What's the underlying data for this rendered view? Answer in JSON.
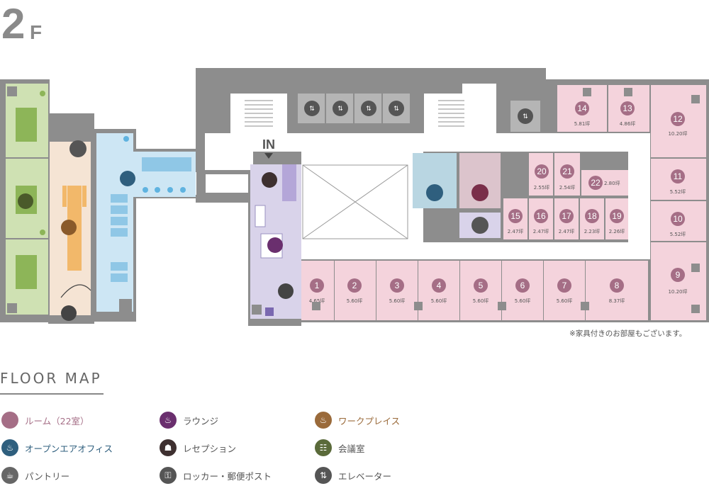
{
  "floor": {
    "number": "2",
    "suffix": "F"
  },
  "entrance_label": "IN",
  "note": "※家具付きのお部屋もございます。",
  "map_title": "FLOOR MAP",
  "rooms": [
    {
      "num": "1",
      "area": "4.65坪"
    },
    {
      "num": "2",
      "area": "5.60坪"
    },
    {
      "num": "3",
      "area": "5.60坪"
    },
    {
      "num": "4",
      "area": "5.60坪"
    },
    {
      "num": "5",
      "area": "5.60坪"
    },
    {
      "num": "6",
      "area": "5.60坪"
    },
    {
      "num": "7",
      "area": "5.60坪"
    },
    {
      "num": "8",
      "area": "8.37坪"
    },
    {
      "num": "9",
      "area": "10.20坪"
    },
    {
      "num": "10",
      "area": "5.52坪"
    },
    {
      "num": "11",
      "area": "5.52坪"
    },
    {
      "num": "12",
      "area": "10.20坪"
    },
    {
      "num": "13",
      "area": "4.86坪"
    },
    {
      "num": "14",
      "area": "5.81坪"
    },
    {
      "num": "15",
      "area": "2.47坪"
    },
    {
      "num": "16",
      "area": "2.47坪"
    },
    {
      "num": "17",
      "area": "2.47坪"
    },
    {
      "num": "18",
      "area": "2.23坪"
    },
    {
      "num": "19",
      "area": "2.26坪"
    },
    {
      "num": "20",
      "area": "2.55坪"
    },
    {
      "num": "21",
      "area": "2.54坪"
    },
    {
      "num": "22",
      "area": "2.80坪"
    }
  ],
  "legend": [
    {
      "label": "ルーム（22室）",
      "icon": "room-dot",
      "color": "#a56e86"
    },
    {
      "label": "ラウンジ",
      "icon": "lounge-icon",
      "color": "#6a2f6e"
    },
    {
      "label": "ワークプレイス",
      "icon": "workplace-icon",
      "color": "#9a6a3a"
    },
    {
      "label": "オープンエアオフィス",
      "icon": "open-office-icon",
      "color": "#2f5f7e"
    },
    {
      "label": "レセプション",
      "icon": "reception-icon",
      "color": "#3e3030"
    },
    {
      "label": "会議室",
      "icon": "meeting-room-icon",
      "color": "#5a6a3a"
    },
    {
      "label": "パントリー",
      "icon": "pantry-icon",
      "color": "#666666"
    },
    {
      "label": "ロッカー・郵便ポスト",
      "icon": "locker-icon",
      "color": "#555555"
    },
    {
      "label": "エレベーター",
      "icon": "elevator-icon",
      "color": "#555555"
    }
  ],
  "colors": {
    "room_fill": "#f4d3dc",
    "room_badge": "#a56e86",
    "wall": "#8d8d8d",
    "corridor": "#ffffff",
    "meeting_zone": "#cfe1b3",
    "workplace_zone": "#f5e4d4",
    "open_office_zone": "#cde6f4",
    "lounge_zone": "#d9d3ea"
  }
}
